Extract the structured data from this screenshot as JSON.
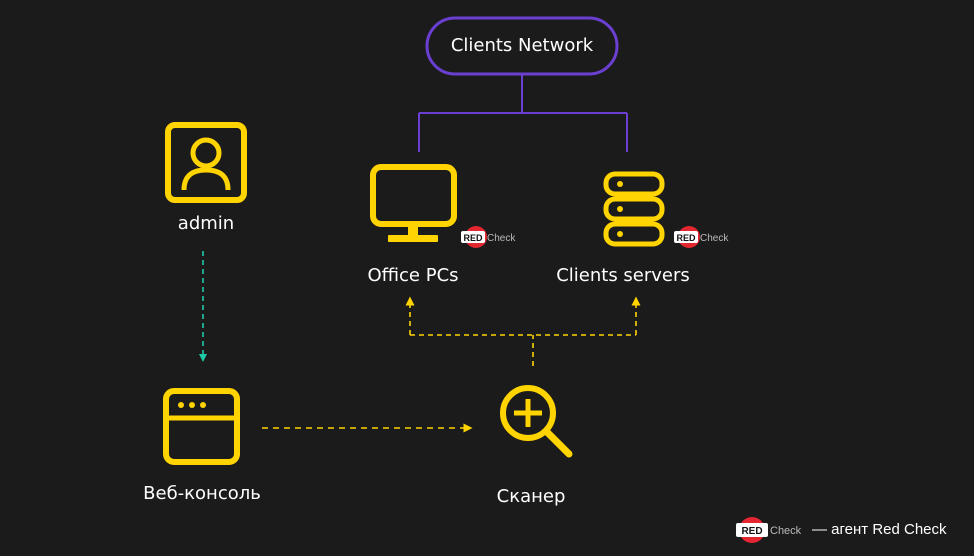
{
  "nodes": {
    "network": {
      "label": "Clients Network"
    },
    "admin": {
      "label": "admin"
    },
    "office_pcs": {
      "label": "Office PCs"
    },
    "clients_servers": {
      "label": "Clients servers"
    },
    "web_console": {
      "label": "Веб-консоль"
    },
    "scanner": {
      "label": "Сканер"
    }
  },
  "badge": {
    "red": "RED",
    "check": "Check"
  },
  "legend": {
    "text": "— агент Red Check"
  },
  "colors": {
    "background": "#1b1b1b",
    "accent_yellow": "#ffd400",
    "network_purple": "#6a3fd1",
    "admin_arrow_teal": "#1ec9a8",
    "badge_red": "#e3262f"
  }
}
